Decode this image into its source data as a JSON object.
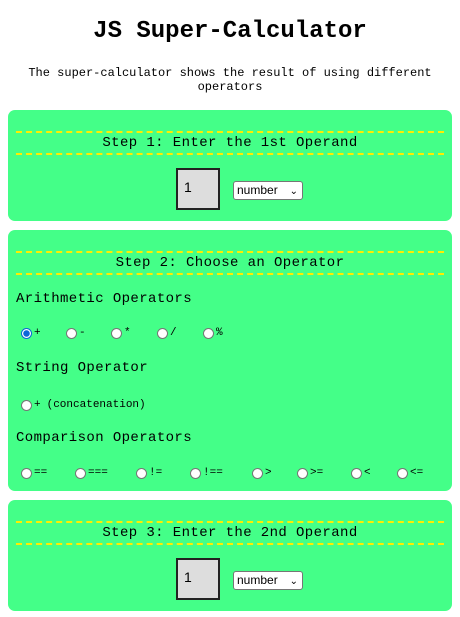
{
  "page": {
    "title": "JS Super-Calculator",
    "subtitle": "The super-calculator shows the result of using different operators"
  },
  "step1": {
    "heading": "Step 1: Enter the 1st Operand",
    "operand_value": "1",
    "type_selected": "number"
  },
  "step2": {
    "heading": "Step 2: Choose an Operator",
    "arithmetic_label": "Arithmetic Operators",
    "arithmetic_ops": [
      "+",
      "-",
      "*",
      "/",
      "%"
    ],
    "arithmetic_checked": "+",
    "string_label": "String Operator",
    "string_op": "+",
    "string_op_note": "(concatenation)",
    "comparison_label": "Comparison Operators",
    "comparison_ops": [
      "==",
      "===",
      "!=",
      "!==",
      ">",
      ">=",
      "<",
      "<="
    ]
  },
  "step3": {
    "heading": "Step 3: Enter the 2nd Operand",
    "operand_value": "1",
    "type_selected": "number"
  },
  "colors": {
    "panel_bg": "#44ff88",
    "dashed_rule": "#ffee00",
    "radio_checked": "#0a66d8",
    "operand_bg": "#dddddd"
  }
}
